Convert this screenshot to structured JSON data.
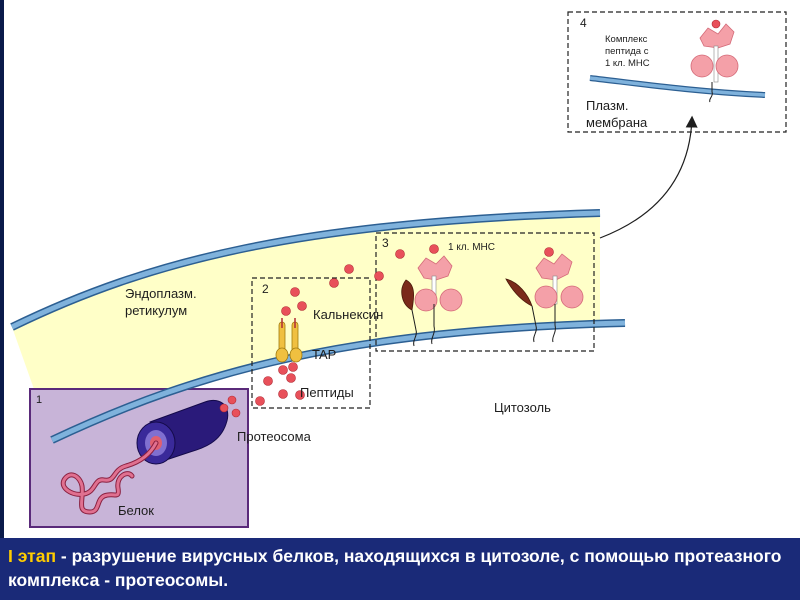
{
  "labels": {
    "box1_number": "1",
    "box2_number": "2",
    "box3_number": "3",
    "box4_number": "4",
    "er": [
      "Эндоплазм.",
      "ретикулум"
    ],
    "calnexin": "Кальнексин",
    "tap": "TAP",
    "peptides": "Пептиды",
    "cytosol": "Цитозоль",
    "proteasome": "Протеосома",
    "protein": "Белок",
    "mhc_class1": "1 кл. МНС",
    "complex": [
      "Комплекс",
      "пептида с",
      "1 кл. МНС"
    ],
    "plasma_membrane": [
      "Плазм.",
      "мембрана"
    ]
  },
  "caption": {
    "highlight": "I этап",
    "text": " - разрушение вирусных белков, находящихся в цитозоле, с помощью протеазного комплекса - протеосомы."
  },
  "colors": {
    "membrane": "#7fb2dc",
    "membrane_outline": "#2c5f92",
    "er_lumen": "#ffffc8",
    "box1_fill": "#c8b4d8",
    "box1_border": "#5a2a7a",
    "peptide": "#e8505a",
    "mhc_pink": "#f4a0a8",
    "calnexin": "#7a2a1a",
    "tap": "#f0c040",
    "proteasome": "#2a1a7a",
    "caption_bg": "#1a2a78",
    "caption_highlight": "#ffcc00"
  }
}
